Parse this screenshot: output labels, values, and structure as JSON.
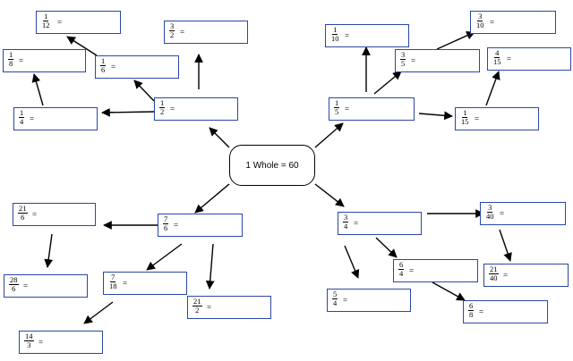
{
  "center": {
    "label": "1 Whole = 60"
  },
  "equals": "=",
  "boxes": [
    {
      "id": "box-1-12",
      "num": "1",
      "den": "12"
    },
    {
      "id": "box-3-2",
      "num": "3",
      "den": "2"
    },
    {
      "id": "box-1-8",
      "num": "1",
      "den": "8"
    },
    {
      "id": "box-1-6",
      "num": "1",
      "den": "6"
    },
    {
      "id": "box-1-2",
      "num": "1",
      "den": "2"
    },
    {
      "id": "box-1-4",
      "num": "1",
      "den": "4"
    },
    {
      "id": "box-1-10",
      "num": "1",
      "den": "10"
    },
    {
      "id": "box-3-10",
      "num": "3",
      "den": "10"
    },
    {
      "id": "box-3-5",
      "num": "3",
      "den": "5"
    },
    {
      "id": "box-4-15",
      "num": "4",
      "den": "15"
    },
    {
      "id": "box-1-5",
      "num": "1",
      "den": "5"
    },
    {
      "id": "box-1-15",
      "num": "1",
      "den": "15"
    },
    {
      "id": "box-21-6",
      "num": "21",
      "den": "6"
    },
    {
      "id": "box-7-6",
      "num": "7",
      "den": "6"
    },
    {
      "id": "box-28-6",
      "num": "28",
      "den": "6"
    },
    {
      "id": "box-7-18",
      "num": "7",
      "den": "18"
    },
    {
      "id": "box-21-2",
      "num": "21",
      "den": "2"
    },
    {
      "id": "box-14-3",
      "num": "14",
      "den": "3"
    },
    {
      "id": "box-3-4",
      "num": "3",
      "den": "4"
    },
    {
      "id": "box-3-40",
      "num": "3",
      "den": "40"
    },
    {
      "id": "box-6-4",
      "num": "6",
      "den": "4"
    },
    {
      "id": "box-21-40",
      "num": "21",
      "den": "40"
    },
    {
      "id": "box-5-4",
      "num": "5",
      "den": "4"
    },
    {
      "id": "box-6-8",
      "num": "6",
      "den": "8"
    }
  ]
}
